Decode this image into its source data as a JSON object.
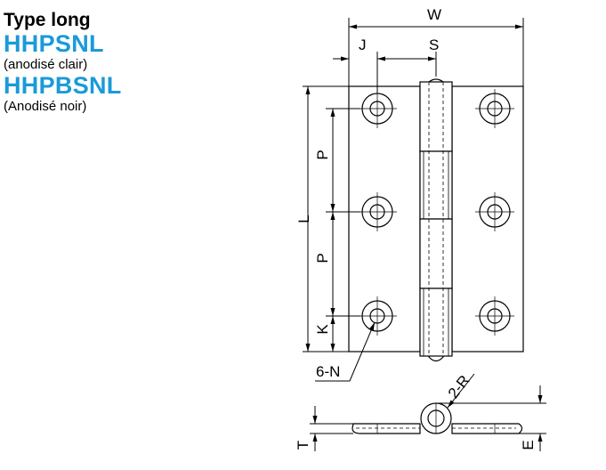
{
  "title": {
    "type_label": "Type long",
    "model_1": "HHPSNL",
    "finish_1": "(anodisé clair)",
    "model_2": "HHPBSNL",
    "finish_2": "(Anodisé noir)"
  },
  "dimensions": {
    "W": "W",
    "J": "J",
    "S": "S",
    "L": "L",
    "P_upper": "P",
    "P_lower": "P",
    "K": "K",
    "holes": "6-N",
    "radius": "2-R",
    "T": "T",
    "E": "E"
  },
  "colors": {
    "model_accent": "#1a9ad8",
    "line": "#000000",
    "plate_fill": "#ffffff"
  }
}
